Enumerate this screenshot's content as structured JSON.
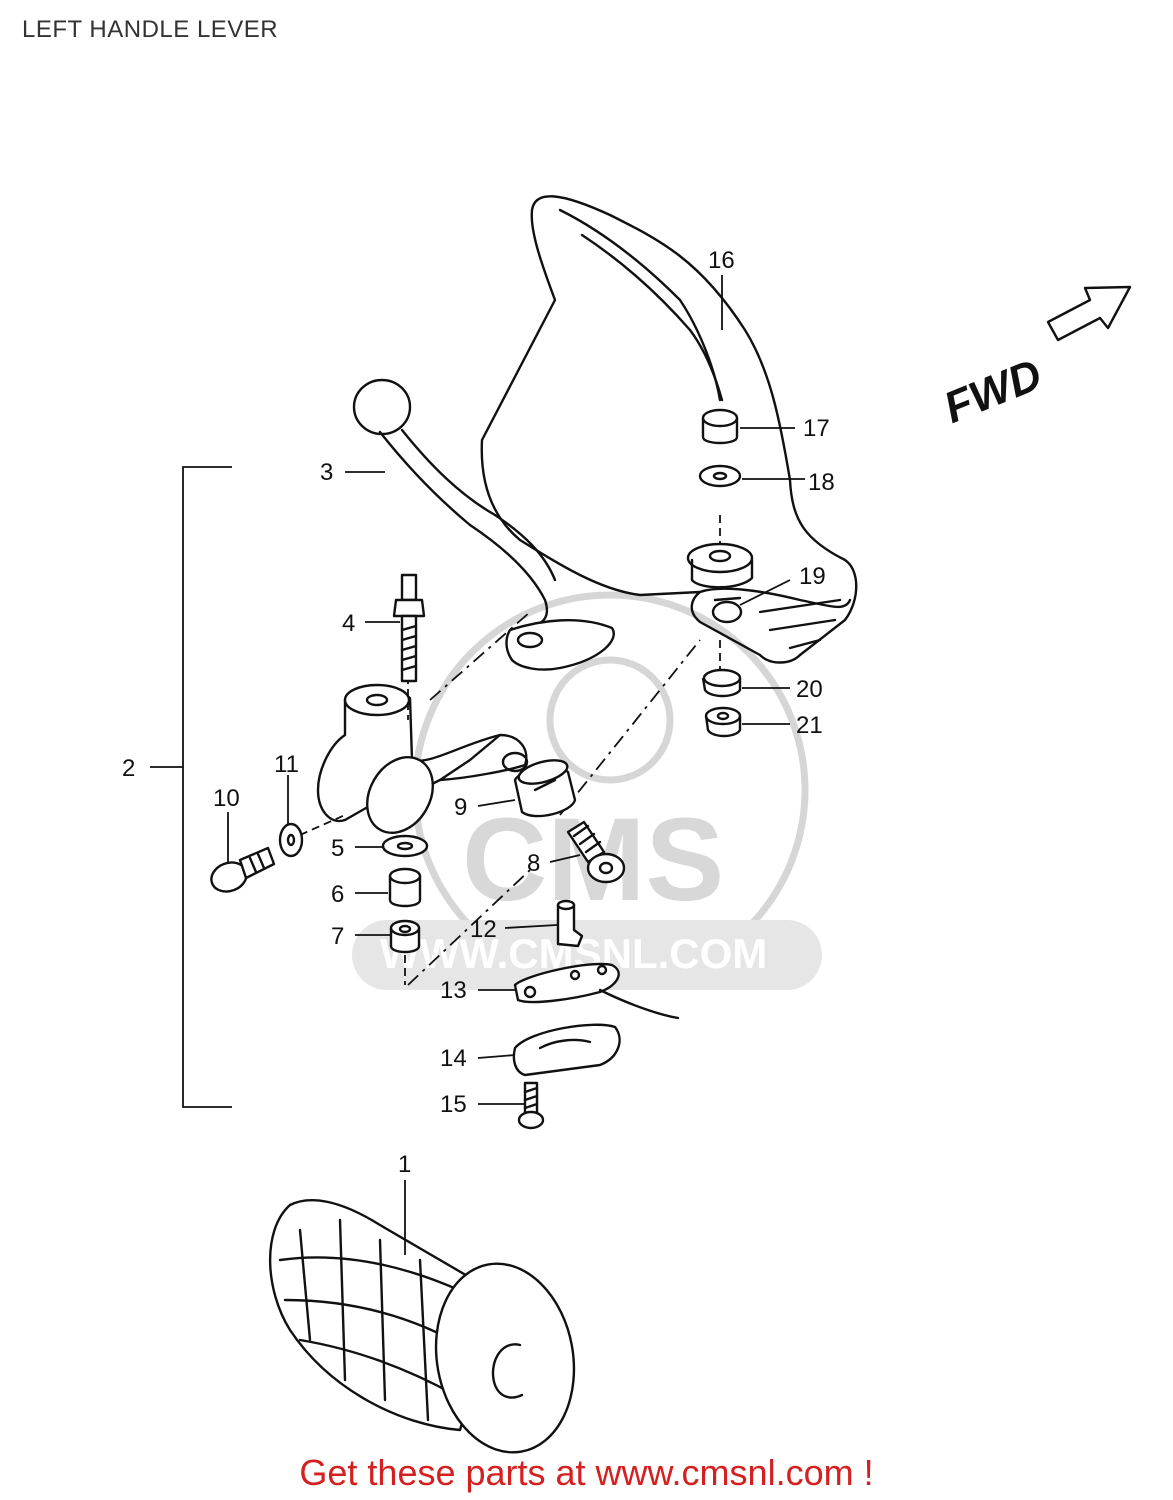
{
  "page": {
    "title": "LEFT HANDLE LEVER",
    "footer": "Get these parts at www.cmsnl.com !",
    "direction_label": "FWD",
    "watermark_main": "CMS",
    "watermark_url": "WWW.CMSNL.COM"
  },
  "colors": {
    "line": "#111111",
    "footer_text": "#d42020",
    "watermark": "#d6d6d6"
  },
  "callouts": {
    "grip": "1",
    "assembly": "2",
    "lever": "3",
    "adjuster_bolt": "4",
    "washer_5": "5",
    "collar": "6",
    "nut_7": "7",
    "bolt_8": "8",
    "cap_9": "9",
    "pivot_bolt": "10",
    "washer_11": "11",
    "switch_12": "12",
    "plate_13": "13",
    "clamp_14": "14",
    "screw_15": "15",
    "hand_guard": "16",
    "nut_17": "17",
    "washer_18": "18",
    "bolt_19": "19",
    "nut_20": "20",
    "nut_21": "21"
  }
}
